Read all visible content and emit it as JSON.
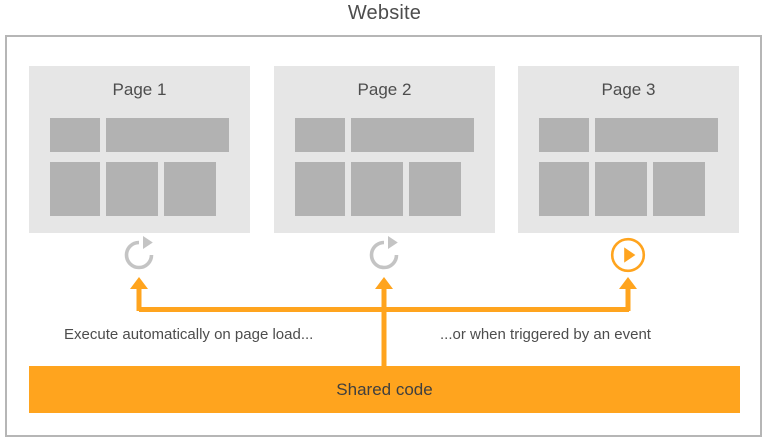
{
  "diagram": {
    "title": "Website",
    "type": "shared-code-architecture"
  },
  "pages": [
    {
      "title": "Page 1",
      "trigger_icon": "refresh-icon"
    },
    {
      "title": "Page 2",
      "trigger_icon": "refresh-icon"
    },
    {
      "title": "Page 3",
      "trigger_icon": "play-circle-icon"
    }
  ],
  "captions": {
    "left": "Execute automatically on page load...",
    "right": "...or when triggered by an event"
  },
  "shared_code": {
    "label": "Shared code"
  },
  "colors": {
    "accent_orange": "#ffa41e",
    "card_background": "#e6e6e6",
    "block_gray": "#b2b2b2",
    "frame_border": "#b6b6b6",
    "text_gray": "#4d4d4d",
    "icon_gray": "#c4c4c4",
    "page_background": "#ffffff"
  }
}
